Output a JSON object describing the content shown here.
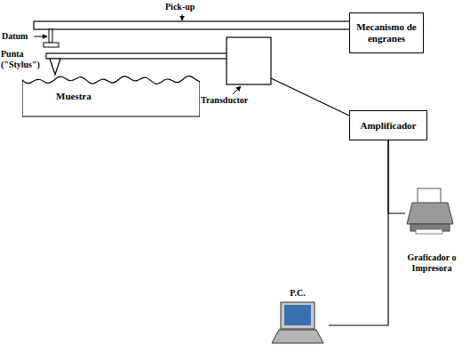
{
  "diagram": {
    "nodes": [
      {
        "text": [
          "Mecanismo de engranes"
        ]
      },
      {
        "text": [
          "Muestra"
        ]
      },
      {
        "text": [
          "Amplificador"
        ]
      },
      {
        "text": [
          "P.C."
        ]
      },
      {
        "text": [
          "Graficador o Impresora"
        ]
      }
    ],
    "edges": [
      {
        "from": 2,
        "to": 3,
        "arrow": "none"
      },
      {
        "from": 2,
        "to": 4,
        "arrow": "none"
      }
    ],
    "labels": [
      "Pick-up",
      "Datum",
      "Punta (\"Stylus\")",
      "Transductor"
    ]
  }
}
